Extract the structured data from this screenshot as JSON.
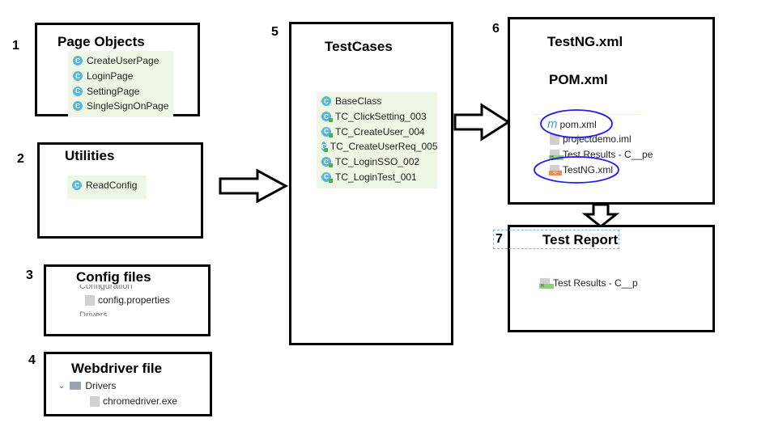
{
  "boxes": [
    {
      "number": "1",
      "title": "Page Objects",
      "items": [
        "CreateUserPage",
        "LoginPage",
        "SettingPage",
        "SingleSignOnPage"
      ]
    },
    {
      "number": "2",
      "title": "Utilities",
      "items": [
        "ReadConfig"
      ]
    },
    {
      "number": "3",
      "title": "Config files",
      "items": [
        "config.properties"
      ],
      "partial": [
        "Configuration",
        "Drivers"
      ]
    },
    {
      "number": "4",
      "title": "Webdriver file",
      "folder": "Drivers",
      "items": [
        "chromedriver.exe"
      ]
    },
    {
      "number": "5",
      "title": "TestCases",
      "items": [
        "BaseClass",
        "TC_ClickSetting_003",
        "TC_CreateUser_004",
        "TC_CreateUserReq_005",
        "TC_LoginSSO_002",
        "TC_LoginTest_001"
      ]
    },
    {
      "number": "6",
      "title": "TestNG.xml",
      "subtitle": "POM.xml",
      "items": [
        "pom.xml",
        "projectdemo.iml",
        "Test Results - C__pe",
        "TestNG.xml"
      ]
    },
    {
      "number": "7",
      "title": "Test Report",
      "items": [
        "Test Results - C__p"
      ]
    }
  ],
  "colors": {
    "class_icon": "#5bb7d8",
    "list_bg": "#eef7e6",
    "highlight_circle": "#1a1aff",
    "maven": "#3aa0d8"
  },
  "class_icon_letter": "C",
  "maven_icon_letter": "m"
}
